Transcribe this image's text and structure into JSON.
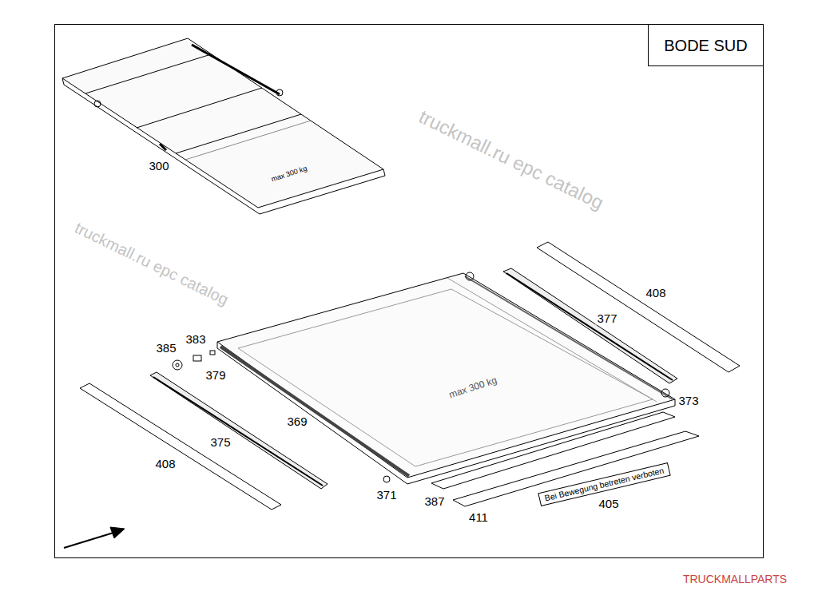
{
  "diagram": {
    "nodes": [
      {
        "text": [
          "BODE SUD"
        ]
      },
      {
        "text": [
          "Bei Bewegung betreten verboten"
        ]
      }
    ],
    "edges": [],
    "labels": [
      "300",
      "408",
      "377",
      "385",
      "383",
      "379",
      "369",
      "373",
      "375",
      "408",
      "371",
      "387",
      "411",
      "405",
      "max 300 kg",
      "max 300 kg",
      "truckmall.ru epc catalog",
      "truckmall.ru epc catalog",
      "TRUCKMALLPARTS"
    ]
  }
}
